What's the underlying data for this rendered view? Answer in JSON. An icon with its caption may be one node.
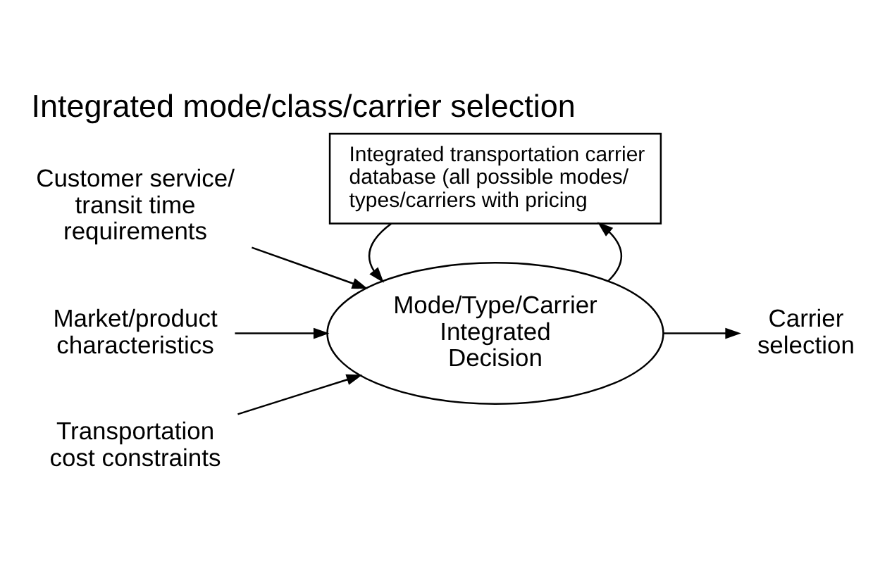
{
  "diagram": {
    "title": "Integrated mode/class/carrier selection",
    "nodes": [
      {
        "text": [
          "Customer service/ transit time requirements"
        ]
      },
      {
        "text": [
          "Market/product characteristics"
        ]
      },
      {
        "text": [
          "Transportation cost constraints"
        ]
      },
      {
        "text": [
          "Mode/Type/Carrier Integrated Decision"
        ]
      },
      {
        "text": [
          "Carrier selection"
        ]
      },
      {
        "text": [
          "Integrated transportation carrier database (all possible modes/ types/carriers with pricing"
        ]
      }
    ],
    "edges": [
      {
        "from": 0,
        "to": 3,
        "arrow": "to"
      },
      {
        "from": 1,
        "to": 3,
        "arrow": "to"
      },
      {
        "from": 2,
        "to": 3,
        "arrow": "to"
      },
      {
        "from": 3,
        "to": 4,
        "arrow": "to"
      },
      {
        "from": 3,
        "to": 5,
        "arrow": "to"
      },
      {
        "from": 5,
        "to": 3,
        "arrow": "to"
      }
    ]
  }
}
